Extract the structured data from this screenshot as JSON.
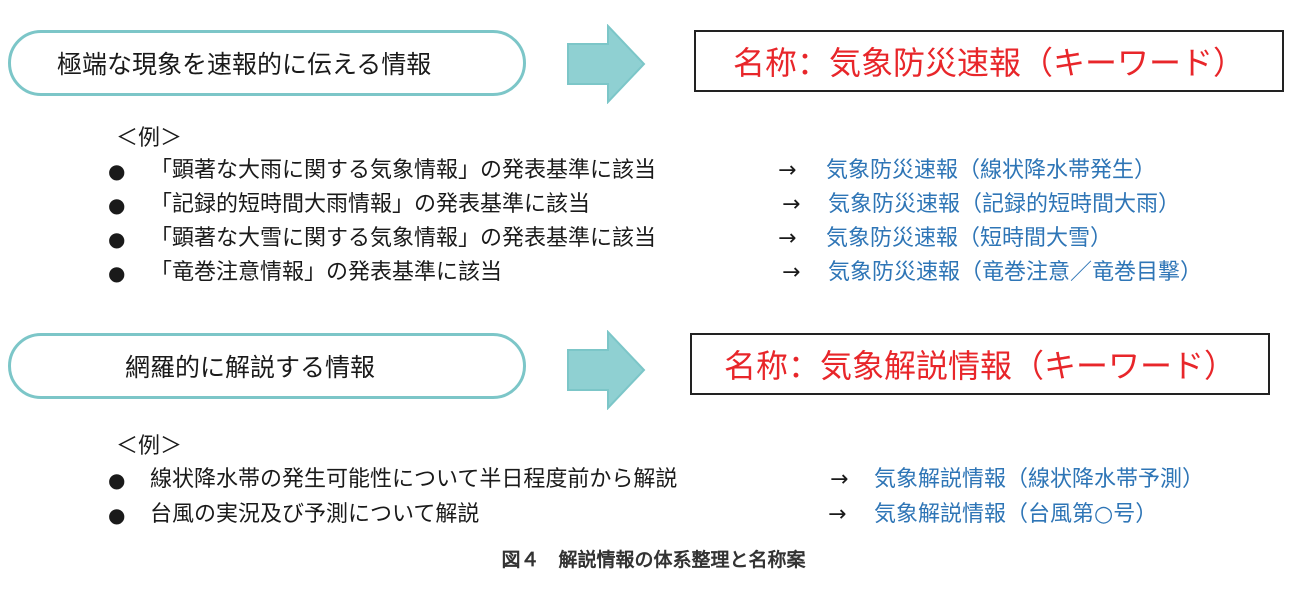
{
  "section1": {
    "category": "極端な現象を速報的に伝える情報",
    "name": "名称：気象防災速報（キーワード）",
    "examples_label": "＜例＞",
    "examples": [
      {
        "bullet": "●",
        "text": "「顕著な大雨に関する気象情報」の発表基準に該当",
        "arrow": "→",
        "result": "気象防災速報（線状降水帯発生）"
      },
      {
        "bullet": "●",
        "text": "「記録的短時間大雨情報」の発表基準に該当",
        "arrow": "→",
        "result": "気象防災速報（記録的短時間大雨）"
      },
      {
        "bullet": "●",
        "text": "「顕著な大雪に関する気象情報」の発表基準に該当",
        "arrow": "→",
        "result": "気象防災速報（短時間大雪）"
      },
      {
        "bullet": "●",
        "text": "「竜巻注意情報」の発表基準に該当",
        "arrow": "→",
        "result": "気象防災速報（竜巻注意／竜巻目撃）"
      }
    ]
  },
  "section2": {
    "category": "網羅的に解説する情報",
    "name": "名称：気象解説情報（キーワード）",
    "examples_label": "＜例＞",
    "examples": [
      {
        "bullet": "●",
        "text": "線状降水帯の発生可能性について半日程度前から解説",
        "arrow": "→",
        "result": "気象解説情報（線状降水帯予測）"
      },
      {
        "bullet": "●",
        "text": "台風の実況及び予測について解説",
        "arrow": "→",
        "result": "気象解説情報（台風第○号）"
      }
    ]
  },
  "caption": "図４　解説情報の体系整理と名称案",
  "colors": {
    "pill_border": "#7cc6c8",
    "arrow_fill": "#8fd0d2",
    "name_text": "#e8262a",
    "result_text": "#2e75b6"
  }
}
